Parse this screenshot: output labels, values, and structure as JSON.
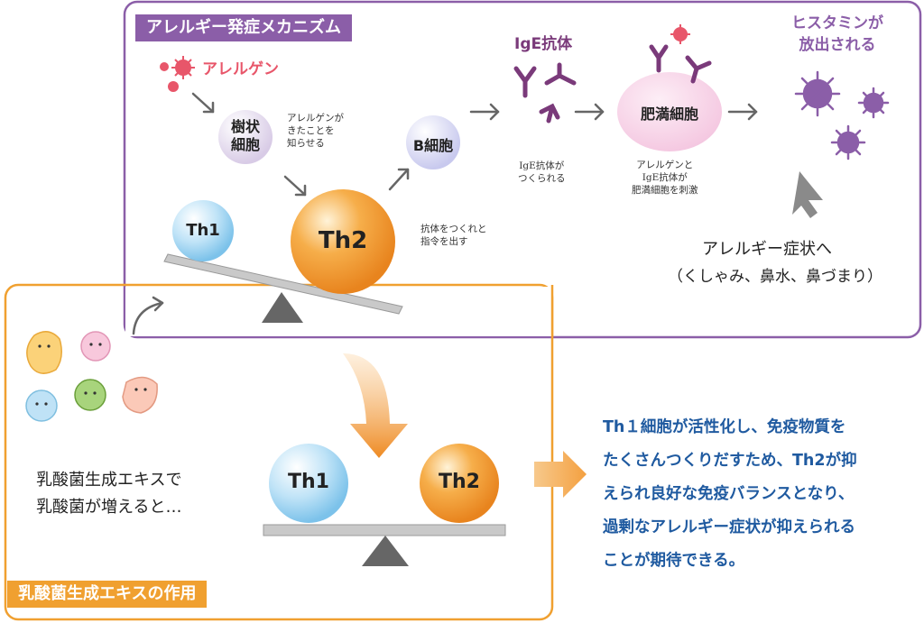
{
  "mechanism": {
    "header": "アレルギー発症メカニズム",
    "allergen_label": "アレルゲン",
    "dendritic_cell": "樹状\n細胞",
    "dendritic_note": "アレルゲンが\nきたことを\n知らせる",
    "b_cell": "B細胞",
    "th2_note": "抗体をつくれと\n指令を出す",
    "ige_title": "IgE抗体",
    "ige_note": "IgE抗体が\nつくられる",
    "mast_cell": "肥満細胞",
    "mast_note": "アレルゲンと\nIgE抗体が\n肥満細胞を刺激",
    "histamine": "ヒスタミンが\n放出される",
    "symptom_title": "アレルギー症状へ",
    "symptom_detail": "（くしゃみ、鼻水、鼻づまり）",
    "th1": "Th1",
    "th2": "Th2"
  },
  "effect": {
    "tag": "乳酸菌生成エキスの作用",
    "caption": "乳酸菌生成エキスで\n乳酸菌が増えると…",
    "th1": "Th1",
    "th2": "Th2"
  },
  "conclusion": "Th１細胞が活性化し、免疫物質を\nたくさんつくりだすため、Th2が抑\nえられ良好な免疫バランスとなり、\n過剰なアレルギー症状が抑えられる\nことが期待できる。",
  "colors": {
    "purple": "#8b5ea8",
    "orange": "#f0a030",
    "blue_text": "#1f5aa0"
  }
}
